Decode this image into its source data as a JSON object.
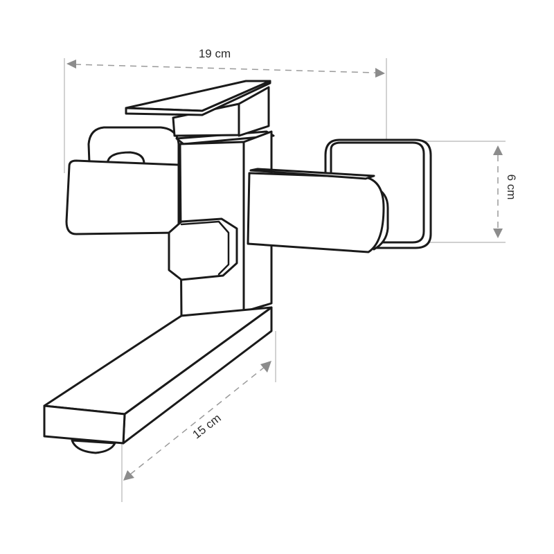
{
  "diagram": {
    "dimensions": {
      "width": {
        "label": "19 cm"
      },
      "height": {
        "label": "6 cm"
      },
      "spout": {
        "label": "15 cm"
      }
    },
    "colors": {
      "outline": "#1a1a1a",
      "dimension": "#9a9a9a",
      "background": "#ffffff"
    }
  }
}
